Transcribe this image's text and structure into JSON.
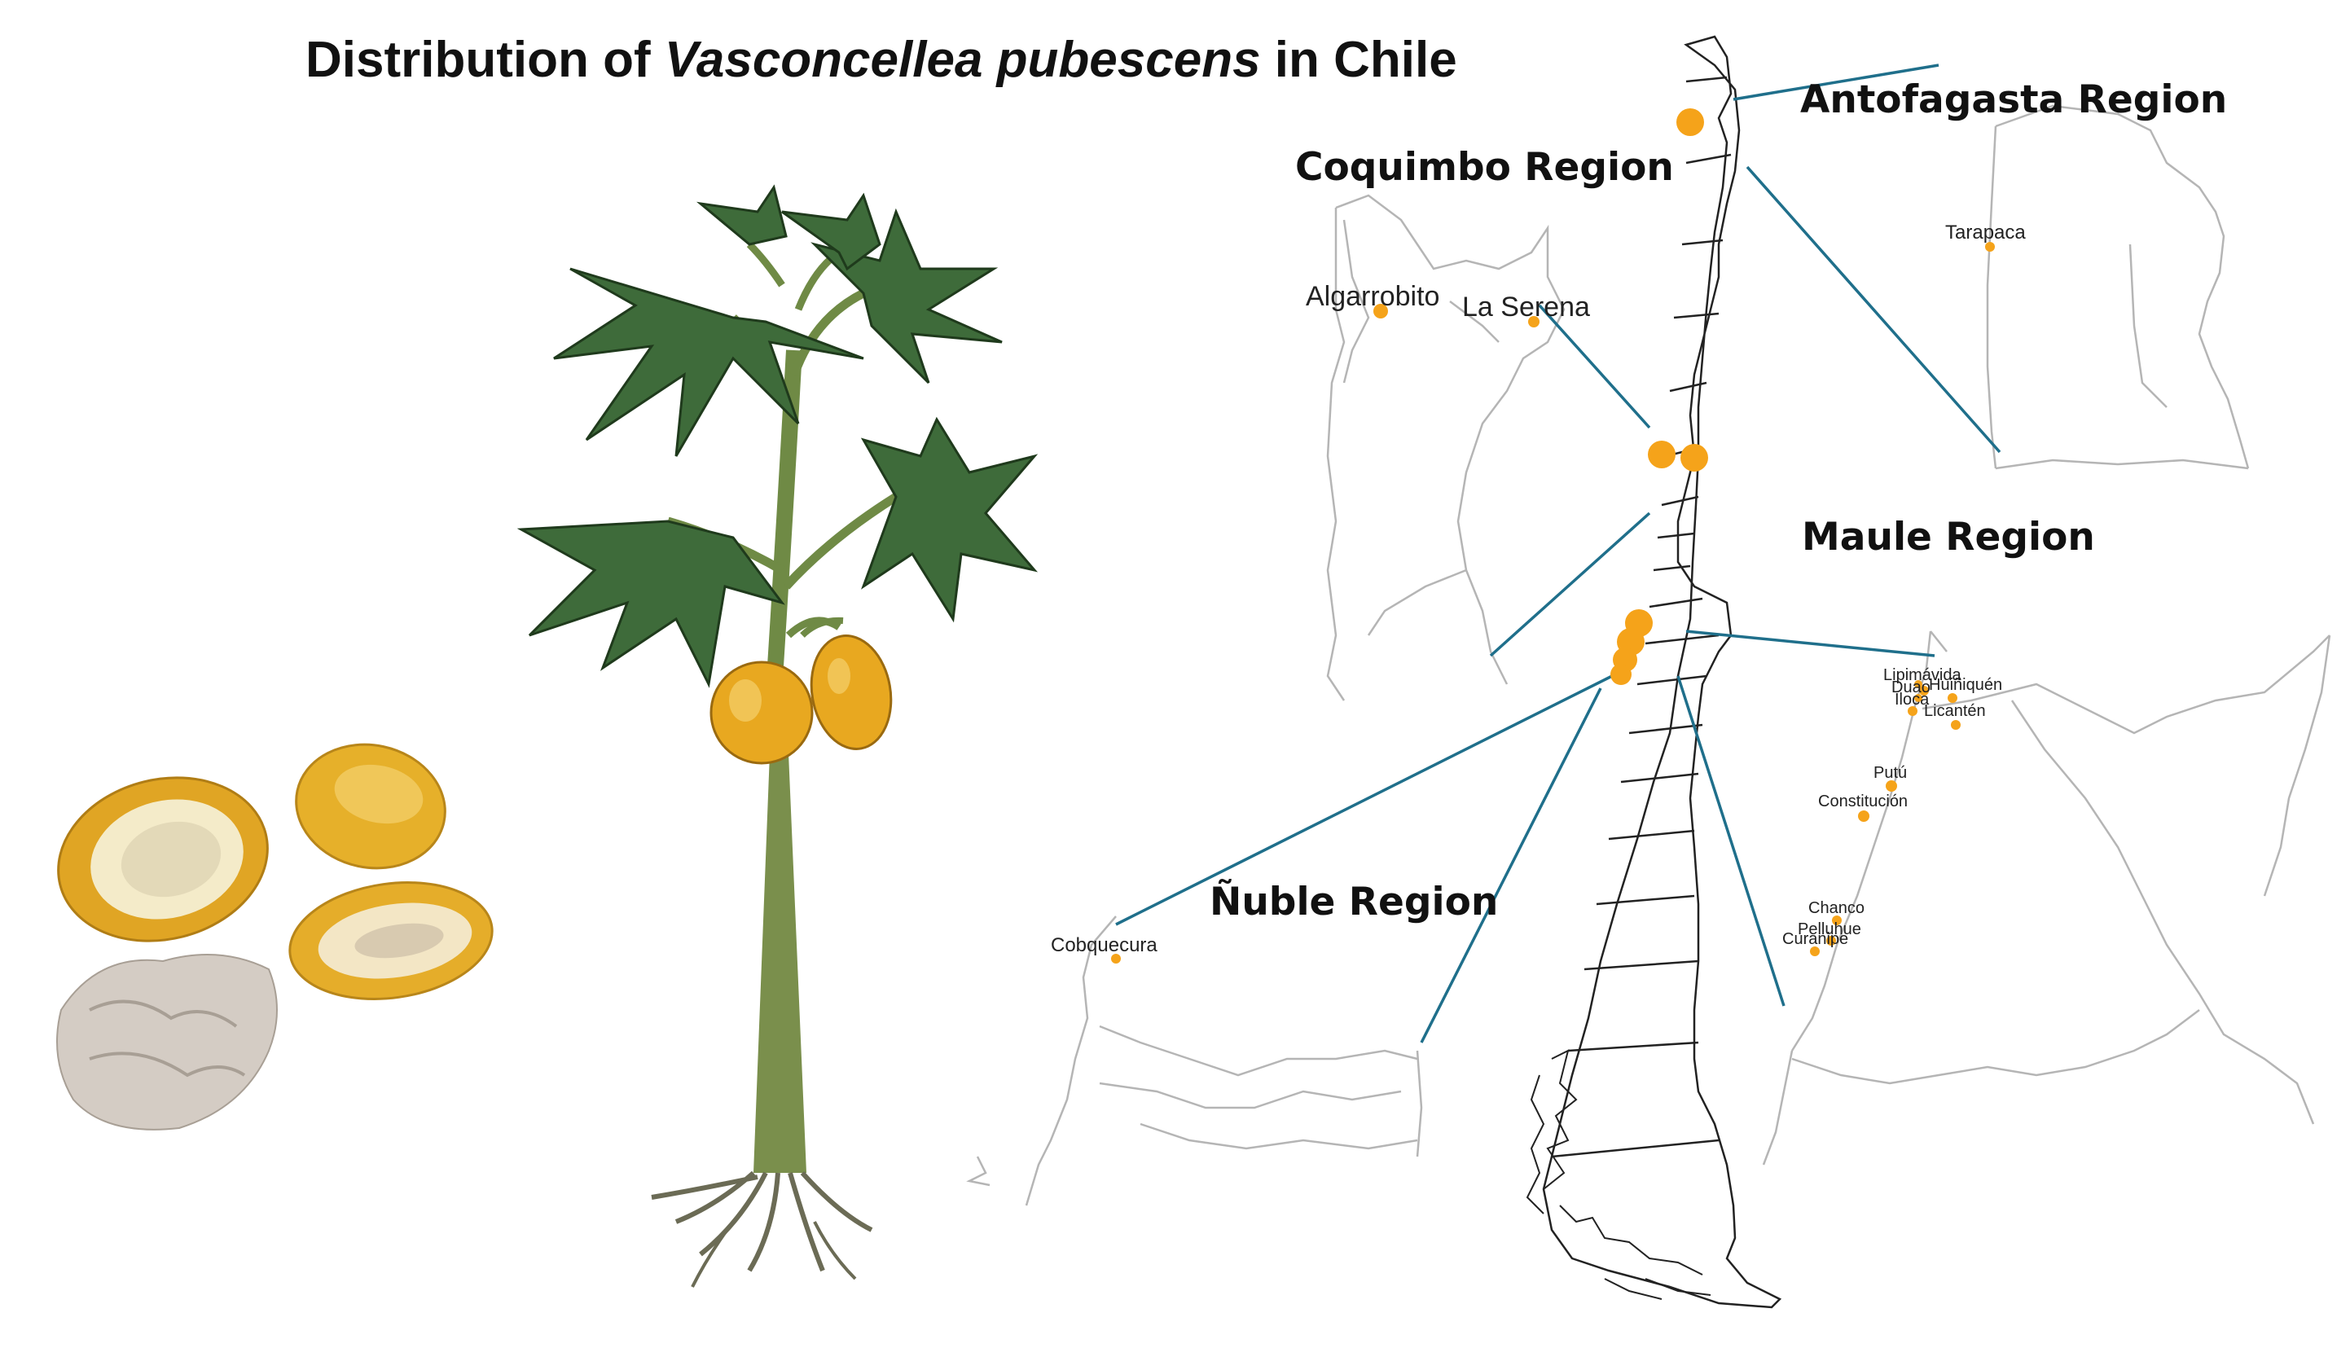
{
  "title": {
    "prefix": "Distribution of ",
    "species": "Vasconcellea pubescens",
    "suffix": " in Chile"
  },
  "regions": {
    "antofagasta": "Antofagasta Region",
    "coquimbo": "Coquimbo Region",
    "maule": "Maule Region",
    "nuble": "Ñuble Region"
  },
  "localities": {
    "tarapaca": "Tarapaca",
    "algarrobito": "Algarrobito",
    "la_serena": "La Serena",
    "cobquecura": "Cobquecura",
    "lipimavida": "Lipimávida",
    "duao": "Duao",
    "iloca": "Iloca",
    "huiniquen": "Huiñiquén",
    "licanten": "Licantén",
    "putu": "Putú",
    "constitucion": "Constitución",
    "chanco": "Chanco",
    "pelluhue": "Pelluhue",
    "curanipe": "Curanipe"
  },
  "colors": {
    "occurrence": "#f5a31a",
    "connector": "#1f6f8b",
    "border": "#222222",
    "region_outline": "#b5b5b5",
    "leaf": "#3e6b3a",
    "fruit": "#e8a820"
  },
  "illustrations": [
    "papaya-plant-illustration",
    "cut-fruit-photo"
  ]
}
